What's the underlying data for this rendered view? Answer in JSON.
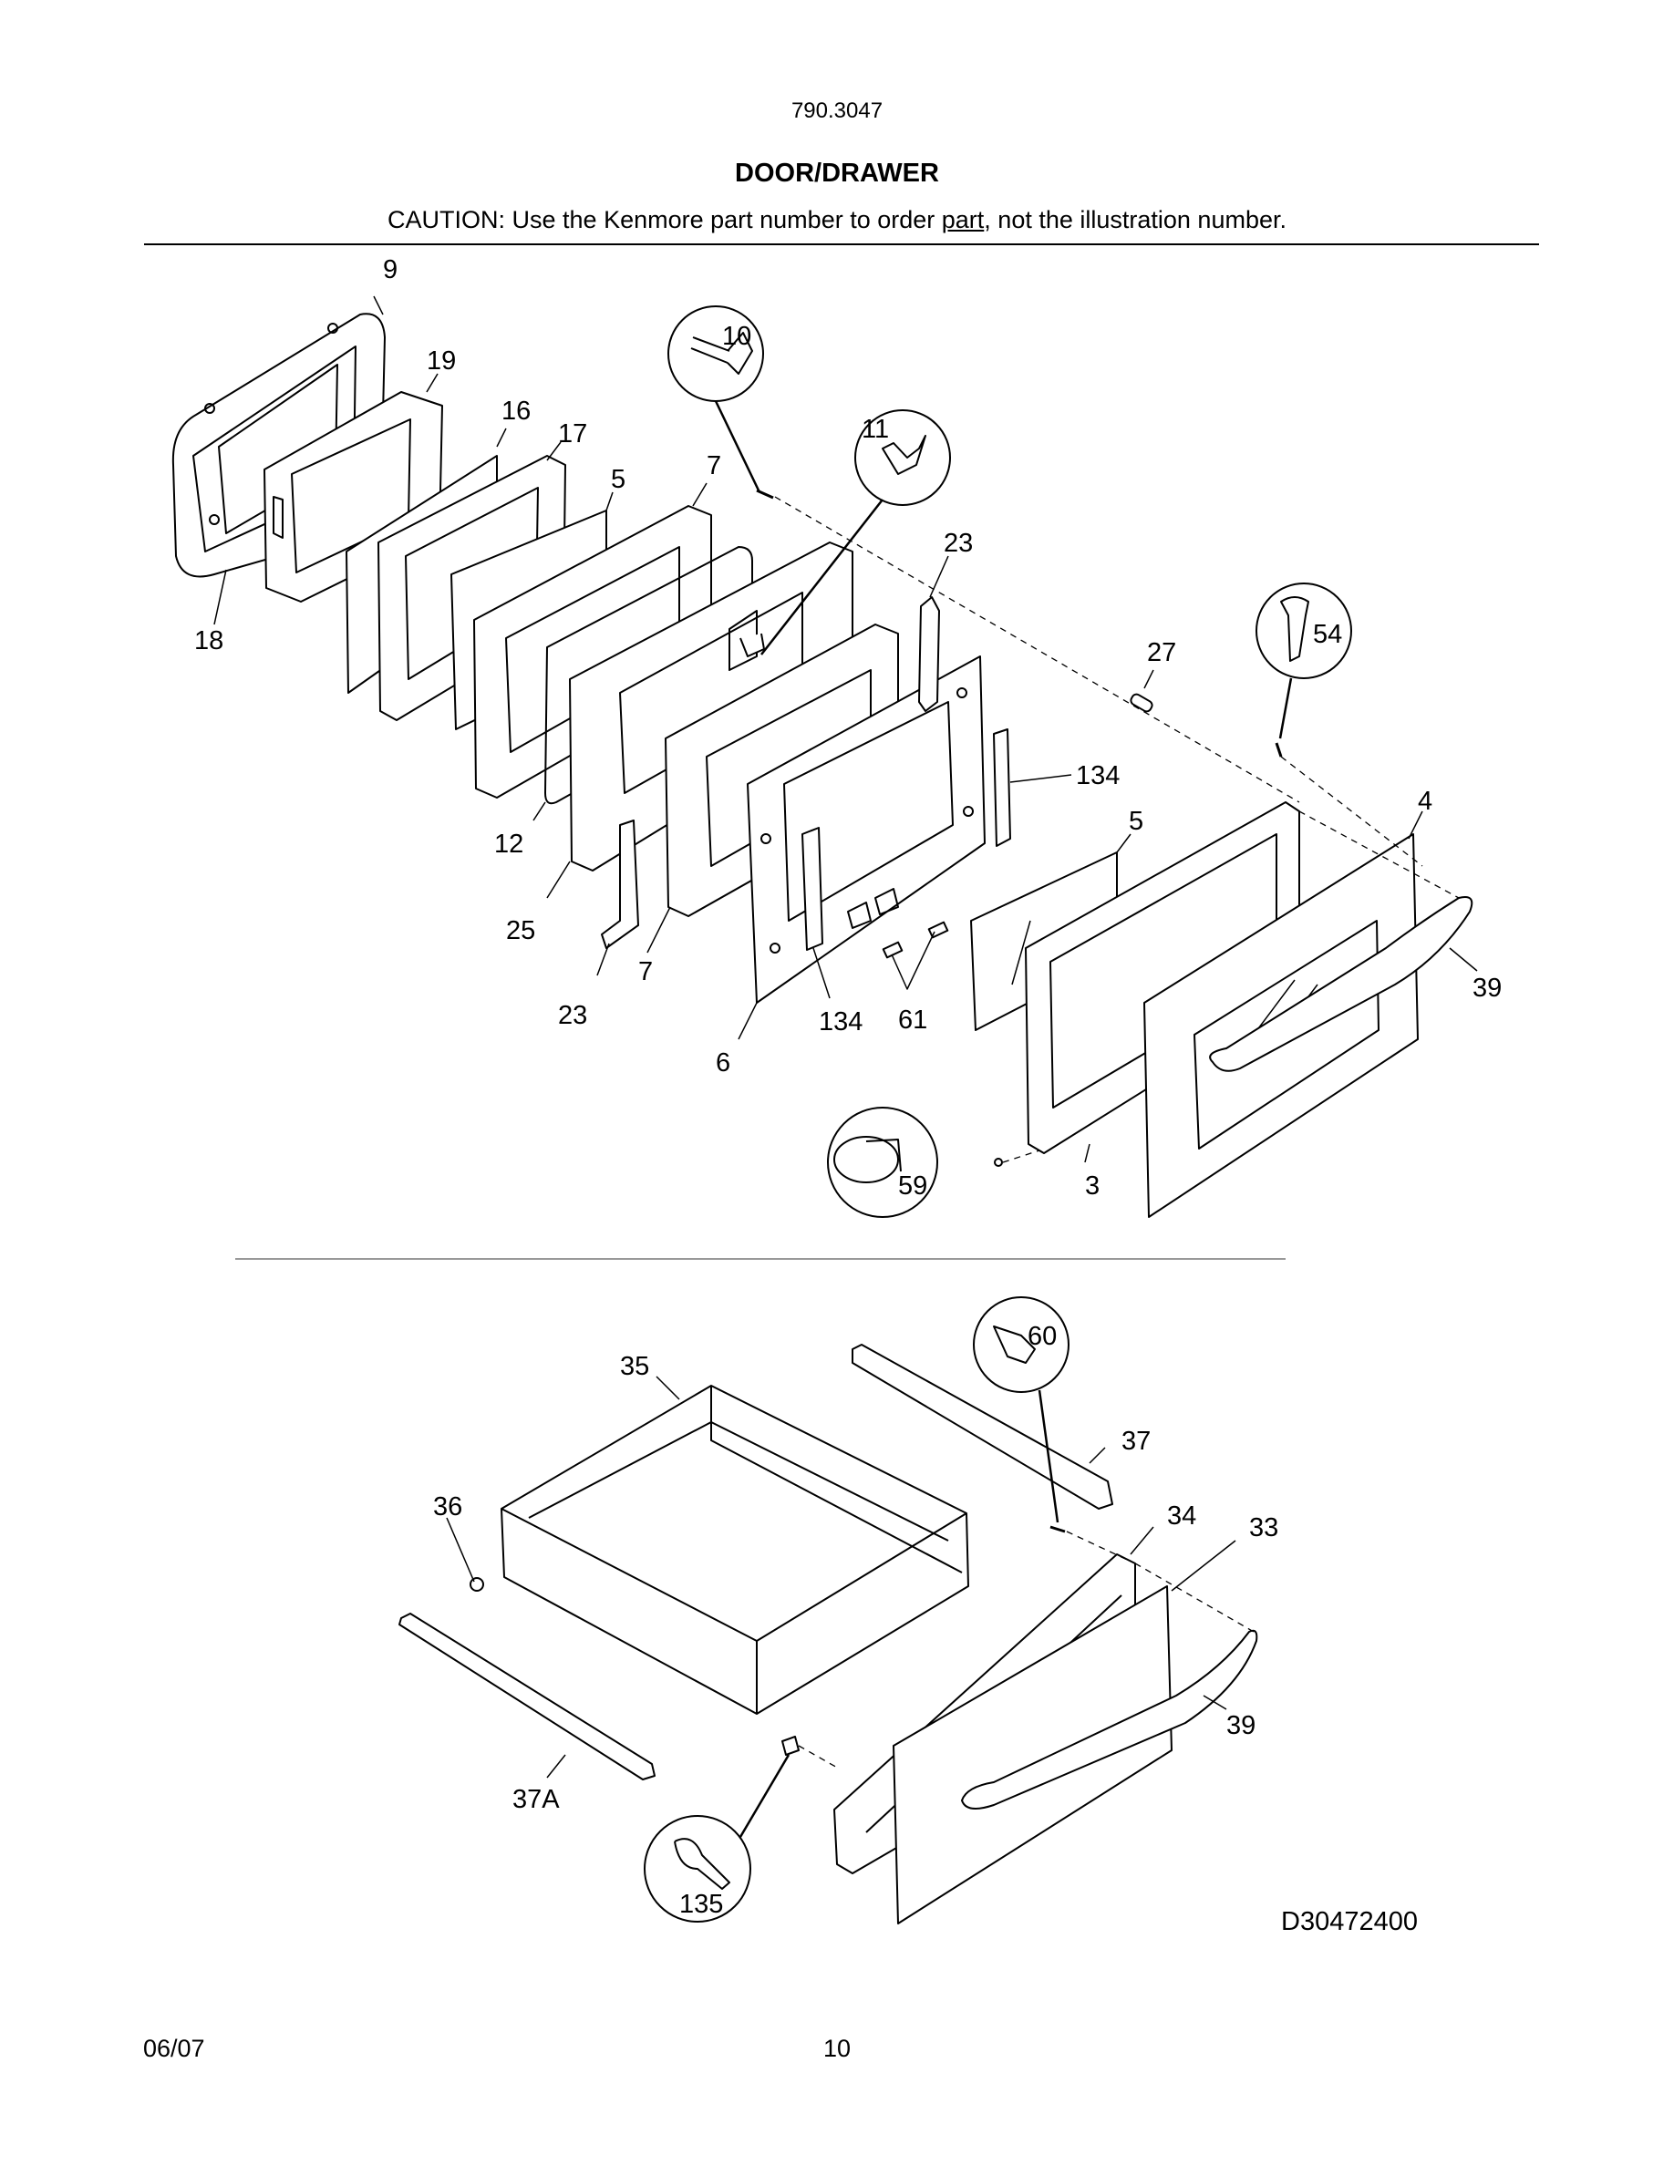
{
  "header": {
    "model_number": "790.3047",
    "title": "DOOR/DRAWER",
    "caution_before": "CAUTION: Use the Kenmore part number to order ",
    "caution_underlined": "part",
    "caution_after": ", not the illustration number."
  },
  "callouts": {
    "door": [
      "9",
      "19",
      "16",
      "17",
      "5",
      "7",
      "10",
      "11",
      "23",
      "18",
      "27",
      "54",
      "134",
      "5",
      "4",
      "12",
      "25",
      "23",
      "7",
      "6",
      "134",
      "61",
      "39",
      "59",
      "3"
    ],
    "drawer": [
      "60",
      "35",
      "37",
      "36",
      "34",
      "33",
      "39",
      "37A",
      "135"
    ]
  },
  "footer": {
    "drawing_number": "D30472400",
    "date": "06/07",
    "page_number": "10"
  }
}
